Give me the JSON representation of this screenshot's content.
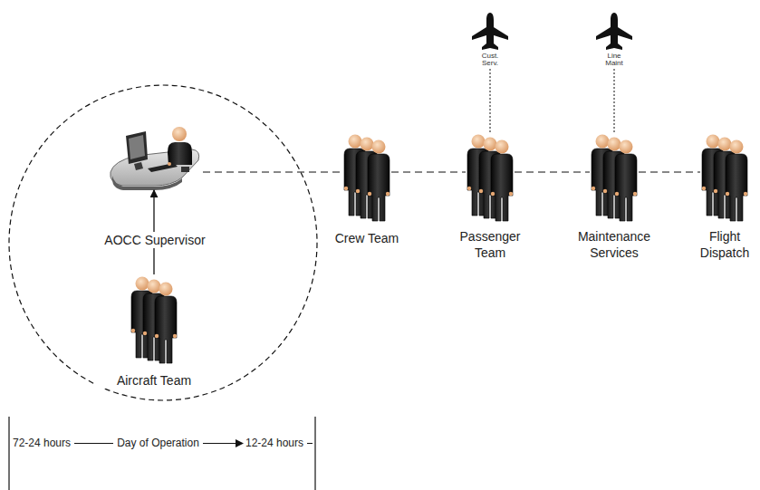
{
  "diagram": {
    "nodes": [
      {
        "text": [
          "AOCC Supervisor"
        ]
      },
      {
        "text": [
          "Aircraft Team"
        ]
      },
      {
        "text": [
          "Crew Team"
        ]
      },
      {
        "text": [
          "Passenger Team"
        ]
      },
      {
        "text": [
          "Maintenance Services"
        ]
      },
      {
        "text": [
          "Flight Dispatch"
        ]
      },
      {
        "text": [
          "Cust. Serv."
        ]
      },
      {
        "text": [
          "Line Maint"
        ]
      }
    ],
    "edges": [
      {
        "from": 1,
        "to": 0,
        "arrow": "to"
      },
      {
        "from": 0,
        "to": 2,
        "arrow": "none"
      },
      {
        "from": 2,
        "to": 3,
        "arrow": "none"
      },
      {
        "from": 3,
        "to": 4,
        "arrow": "none"
      },
      {
        "from": 4,
        "to": 5,
        "arrow": "none"
      },
      {
        "from": 3,
        "to": 6,
        "arrow": "none"
      },
      {
        "from": 4,
        "to": 7,
        "arrow": "none"
      }
    ],
    "labels": [
      "72-24 hours",
      "Day of Operation",
      "12-24 hours"
    ]
  }
}
